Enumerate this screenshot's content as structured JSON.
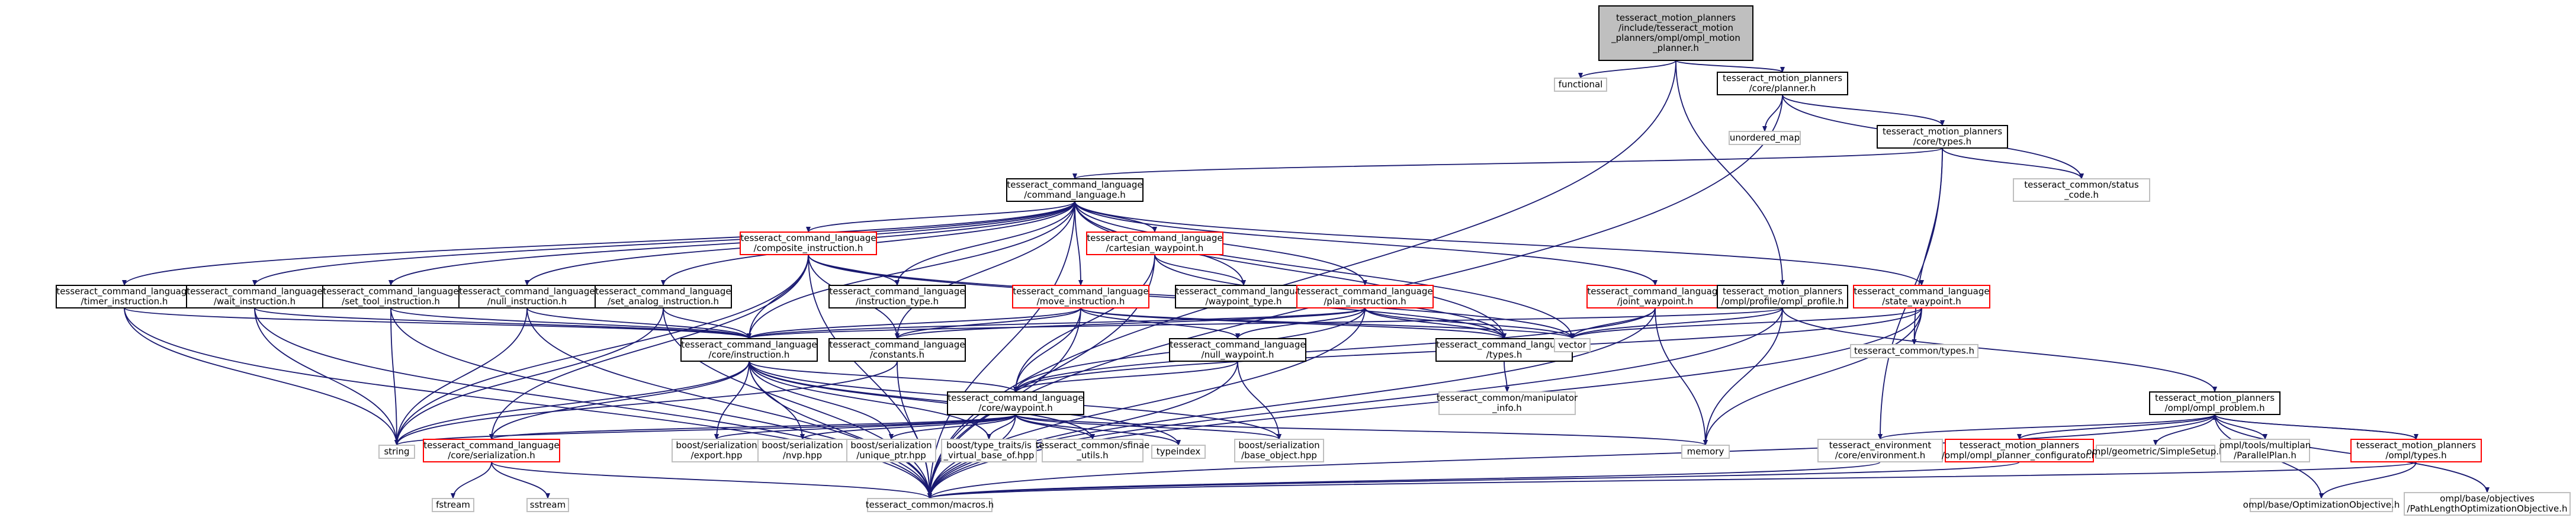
{
  "diagram": {
    "title": "",
    "colors": {
      "root_fill": "#bfbfbf",
      "node_stroke_doc": "#000000",
      "node_stroke_missing": "#bfbfbf",
      "node_stroke_red": "#ff0000",
      "edge_color": "#191970"
    },
    "nodes": [
      {
        "id": "root",
        "lines": [
          "tesseract_motion_planners",
          "/include/tesseract_motion",
          "_planners/ompl/ompl_motion",
          "_planner.h"
        ],
        "style": "root"
      },
      {
        "id": "functional",
        "lines": [
          "functional"
        ],
        "style": "ext"
      },
      {
        "id": "planner",
        "lines": [
          "tesseract_motion_planners",
          "/core/planner.h"
        ],
        "style": "doc"
      },
      {
        "id": "unordered_map",
        "lines": [
          "unordered_map"
        ],
        "style": "ext"
      },
      {
        "id": "core_types",
        "lines": [
          "tesseract_motion_planners",
          "/core/types.h"
        ],
        "style": "doc"
      },
      {
        "id": "status_code",
        "lines": [
          "tesseract_common/status",
          "_code.h"
        ],
        "style": "ext"
      },
      {
        "id": "command_language",
        "lines": [
          "tesseract_command_language",
          "/command_language.h"
        ],
        "style": "doc"
      },
      {
        "id": "composite",
        "lines": [
          "tesseract_command_language",
          "/composite_instruction.h"
        ],
        "style": "red"
      },
      {
        "id": "cartesian",
        "lines": [
          "tesseract_command_language",
          "/cartesian_waypoint.h"
        ],
        "style": "red"
      },
      {
        "id": "instruction_type",
        "lines": [
          "tesseract_command_language",
          "/instruction_type.h"
        ],
        "style": "doc"
      },
      {
        "id": "waypoint_type",
        "lines": [
          "tesseract_command_language",
          "/waypoint_type.h"
        ],
        "style": "doc"
      },
      {
        "id": "timer",
        "lines": [
          "tesseract_command_language",
          "/timer_instruction.h"
        ],
        "style": "doc"
      },
      {
        "id": "wait",
        "lines": [
          "tesseract_command_language",
          "/wait_instruction.h"
        ],
        "style": "doc"
      },
      {
        "id": "set_tool",
        "lines": [
          "tesseract_command_language",
          "/set_tool_instruction.h"
        ],
        "style": "doc"
      },
      {
        "id": "null_instr",
        "lines": [
          "tesseract_command_language",
          "/null_instruction.h"
        ],
        "style": "doc"
      },
      {
        "id": "set_analog",
        "lines": [
          "tesseract_command_language",
          "/set_analog_instruction.h"
        ],
        "style": "doc"
      },
      {
        "id": "move",
        "lines": [
          "tesseract_command_language",
          "/move_instruction.h"
        ],
        "style": "red"
      },
      {
        "id": "plan",
        "lines": [
          "tesseract_command_language",
          "/plan_instruction.h"
        ],
        "style": "red"
      },
      {
        "id": "joint_wp",
        "lines": [
          "tesseract_command_language",
          "/joint_waypoint.h"
        ],
        "style": "red"
      },
      {
        "id": "ompl_profile",
        "lines": [
          "tesseract_motion_planners",
          "/ompl/profile/ompl_profile.h"
        ],
        "style": "doc"
      },
      {
        "id": "state_wp",
        "lines": [
          "tesseract_command_language",
          "/state_waypoint.h"
        ],
        "style": "red"
      },
      {
        "id": "core_instruction",
        "lines": [
          "tesseract_command_language",
          "/core/instruction.h"
        ],
        "style": "doc"
      },
      {
        "id": "constants",
        "lines": [
          "tesseract_command_language",
          "/constants.h"
        ],
        "style": "doc"
      },
      {
        "id": "null_wp",
        "lines": [
          "tesseract_command_language",
          "/null_waypoint.h"
        ],
        "style": "doc"
      },
      {
        "id": "cl_types",
        "lines": [
          "tesseract_command_language",
          "/types.h"
        ],
        "style": "doc"
      },
      {
        "id": "vector",
        "lines": [
          "vector"
        ],
        "style": "ext"
      },
      {
        "id": "common_types",
        "lines": [
          "tesseract_common/types.h"
        ],
        "style": "ext"
      },
      {
        "id": "manip_info",
        "lines": [
          "tesseract_common/manipulator",
          "_info.h"
        ],
        "style": "ext"
      },
      {
        "id": "core_waypoint",
        "lines": [
          "tesseract_command_language",
          "/core/waypoint.h"
        ],
        "style": "doc"
      },
      {
        "id": "ompl_problem",
        "lines": [
          "tesseract_motion_planners",
          "/ompl/ompl_problem.h"
        ],
        "style": "doc"
      },
      {
        "id": "string",
        "lines": [
          "string"
        ],
        "style": "ext"
      },
      {
        "id": "serialization",
        "lines": [
          "tesseract_command_language",
          "/core/serialization.h"
        ],
        "style": "red"
      },
      {
        "id": "export_hpp",
        "lines": [
          "boost/serialization",
          "/export.hpp"
        ],
        "style": "ext"
      },
      {
        "id": "nvp_hpp",
        "lines": [
          "boost/serialization",
          "/nvp.hpp"
        ],
        "style": "ext"
      },
      {
        "id": "unique_ptr",
        "lines": [
          "boost/serialization",
          "/unique_ptr.hpp"
        ],
        "style": "ext"
      },
      {
        "id": "is_virtual",
        "lines": [
          "boost/type_traits/is",
          "_virtual_base_of.hpp"
        ],
        "style": "ext"
      },
      {
        "id": "sfinae",
        "lines": [
          "tesseract_common/sfinae",
          "_utils.h"
        ],
        "style": "ext"
      },
      {
        "id": "typeindex",
        "lines": [
          "typeindex"
        ],
        "style": "ext"
      },
      {
        "id": "base_object",
        "lines": [
          "boost/serialization",
          "/base_object.hpp"
        ],
        "style": "ext"
      },
      {
        "id": "memory",
        "lines": [
          "memory"
        ],
        "style": "ext"
      },
      {
        "id": "environment",
        "lines": [
          "tesseract_environment",
          "/core/environment.h"
        ],
        "style": "ext"
      },
      {
        "id": "configurator",
        "lines": [
          "tesseract_motion_planners",
          "/ompl/ompl_planner_configurator.h"
        ],
        "style": "red"
      },
      {
        "id": "simple_setup",
        "lines": [
          "ompl/geometric/SimpleSetup.h"
        ],
        "style": "ext"
      },
      {
        "id": "parallel_plan",
        "lines": [
          "ompl/tools/multiplan",
          "/ParallelPlan.h"
        ],
        "style": "ext"
      },
      {
        "id": "ompl_types",
        "lines": [
          "tesseract_motion_planners",
          "/ompl/types.h"
        ],
        "style": "red"
      },
      {
        "id": "path_length",
        "lines": [
          "ompl/base/objectives",
          "/PathLengthOptimizationObjective.h"
        ],
        "style": "ext"
      },
      {
        "id": "fstream",
        "lines": [
          "fstream"
        ],
        "style": "ext"
      },
      {
        "id": "sstream",
        "lines": [
          "sstream"
        ],
        "style": "ext"
      },
      {
        "id": "macros",
        "lines": [
          "tesseract_common/macros.h"
        ],
        "style": "ext"
      },
      {
        "id": "opt_objective",
        "lines": [
          "ompl/base/OptimizationObjective.h"
        ],
        "style": "ext"
      }
    ],
    "edges": [
      [
        "root",
        "functional"
      ],
      [
        "root",
        "planner"
      ],
      [
        "root",
        "ompl_profile"
      ],
      [
        "root",
        "macros"
      ],
      [
        "planner",
        "unordered_map"
      ],
      [
        "planner",
        "core_types"
      ],
      [
        "planner",
        "status_code"
      ],
      [
        "planner",
        "macros"
      ],
      [
        "core_types",
        "command_language"
      ],
      [
        "core_types",
        "status_code"
      ],
      [
        "core_types",
        "common_types"
      ],
      [
        "core_types",
        "environment"
      ],
      [
        "command_language",
        "composite"
      ],
      [
        "command_language",
        "cartesian"
      ],
      [
        "command_language",
        "instruction_type"
      ],
      [
        "command_language",
        "waypoint_type"
      ],
      [
        "command_language",
        "timer"
      ],
      [
        "command_language",
        "wait"
      ],
      [
        "command_language",
        "set_tool"
      ],
      [
        "command_language",
        "null_instr"
      ],
      [
        "command_language",
        "set_analog"
      ],
      [
        "command_language",
        "move"
      ],
      [
        "command_language",
        "plan"
      ],
      [
        "command_language",
        "joint_wp"
      ],
      [
        "command_language",
        "state_wp"
      ],
      [
        "command_language",
        "core_instruction"
      ],
      [
        "command_language",
        "constants"
      ],
      [
        "command_language",
        "cl_types"
      ],
      [
        "command_language",
        "vector"
      ],
      [
        "command_language",
        "macros"
      ],
      [
        "composite",
        "core_instruction"
      ],
      [
        "composite",
        "instruction_type"
      ],
      [
        "composite",
        "constants"
      ],
      [
        "composite",
        "vector"
      ],
      [
        "composite",
        "string"
      ],
      [
        "composite",
        "macros"
      ],
      [
        "composite",
        "serialization"
      ],
      [
        "composite",
        "cl_types"
      ],
      [
        "cartesian",
        "waypoint_type"
      ],
      [
        "cartesian",
        "core_waypoint"
      ],
      [
        "cartesian",
        "cl_types"
      ],
      [
        "cartesian",
        "macros"
      ],
      [
        "timer",
        "core_instruction"
      ],
      [
        "timer",
        "string"
      ],
      [
        "timer",
        "macros"
      ],
      [
        "wait",
        "core_instruction"
      ],
      [
        "wait",
        "string"
      ],
      [
        "wait",
        "macros"
      ],
      [
        "set_tool",
        "core_instruction"
      ],
      [
        "set_tool",
        "string"
      ],
      [
        "set_tool",
        "macros"
      ],
      [
        "null_instr",
        "core_instruction"
      ],
      [
        "null_instr",
        "string"
      ],
      [
        "null_instr",
        "macros"
      ],
      [
        "set_analog",
        "core_instruction"
      ],
      [
        "set_analog",
        "string"
      ],
      [
        "set_analog",
        "macros"
      ],
      [
        "move",
        "core_instruction"
      ],
      [
        "move",
        "constants"
      ],
      [
        "move",
        "null_wp"
      ],
      [
        "move",
        "core_waypoint"
      ],
      [
        "move",
        "cl_types"
      ],
      [
        "move",
        "macros"
      ],
      [
        "move",
        "vector"
      ],
      [
        "plan",
        "core_instruction"
      ],
      [
        "plan",
        "constants"
      ],
      [
        "plan",
        "null_wp"
      ],
      [
        "plan",
        "core_waypoint"
      ],
      [
        "plan",
        "cl_types"
      ],
      [
        "plan",
        "macros"
      ],
      [
        "plan",
        "vector"
      ],
      [
        "joint_wp",
        "vector"
      ],
      [
        "joint_wp",
        "core_waypoint"
      ],
      [
        "joint_wp",
        "memory"
      ],
      [
        "joint_wp",
        "macros"
      ],
      [
        "ompl_profile",
        "ompl_problem"
      ],
      [
        "ompl_profile",
        "core_instruction"
      ],
      [
        "ompl_profile",
        "vector"
      ],
      [
        "ompl_profile",
        "memory"
      ],
      [
        "ompl_profile",
        "macros"
      ],
      [
        "state_wp",
        "vector"
      ],
      [
        "state_wp",
        "common_types"
      ],
      [
        "state_wp",
        "core_waypoint"
      ],
      [
        "state_wp",
        "memory"
      ],
      [
        "state_wp",
        "macros"
      ],
      [
        "core_instruction",
        "string"
      ],
      [
        "core_instruction",
        "serialization"
      ],
      [
        "core_instruction",
        "export_hpp"
      ],
      [
        "core_instruction",
        "nvp_hpp"
      ],
      [
        "core_instruction",
        "unique_ptr"
      ],
      [
        "core_instruction",
        "is_virtual"
      ],
      [
        "core_instruction",
        "sfinae"
      ],
      [
        "core_instruction",
        "typeindex"
      ],
      [
        "core_instruction",
        "base_object"
      ],
      [
        "core_instruction",
        "macros"
      ],
      [
        "core_instruction",
        "core_waypoint"
      ],
      [
        "constants",
        "string"
      ],
      [
        "constants",
        "macros"
      ],
      [
        "null_wp",
        "core_waypoint"
      ],
      [
        "null_wp",
        "base_object"
      ],
      [
        "null_wp",
        "macros"
      ],
      [
        "cl_types",
        "manip_info"
      ],
      [
        "core_waypoint",
        "string"
      ],
      [
        "core_waypoint",
        "serialization"
      ],
      [
        "core_waypoint",
        "export_hpp"
      ],
      [
        "core_waypoint",
        "nvp_hpp"
      ],
      [
        "core_waypoint",
        "unique_ptr"
      ],
      [
        "core_waypoint",
        "is_virtual"
      ],
      [
        "core_waypoint",
        "sfinae"
      ],
      [
        "core_waypoint",
        "typeindex"
      ],
      [
        "core_waypoint",
        "base_object"
      ],
      [
        "core_waypoint",
        "memory"
      ],
      [
        "core_waypoint",
        "macros"
      ],
      [
        "serialization",
        "fstream"
      ],
      [
        "serialization",
        "sstream"
      ],
      [
        "serialization",
        "macros"
      ],
      [
        "ompl_problem",
        "environment"
      ],
      [
        "ompl_problem",
        "configurator"
      ],
      [
        "ompl_problem",
        "simple_setup"
      ],
      [
        "ompl_problem",
        "parallel_plan"
      ],
      [
        "ompl_problem",
        "ompl_types"
      ],
      [
        "ompl_problem",
        "path_length"
      ],
      [
        "ompl_problem",
        "opt_objective"
      ],
      [
        "ompl_problem",
        "macros"
      ],
      [
        "ompl_types",
        "ompl_problem"
      ],
      [
        "ompl_types",
        "opt_objective"
      ],
      [
        "ompl_types",
        "macros"
      ],
      [
        "configurator",
        "macros"
      ],
      [
        "environment",
        "macros"
      ]
    ]
  }
}
